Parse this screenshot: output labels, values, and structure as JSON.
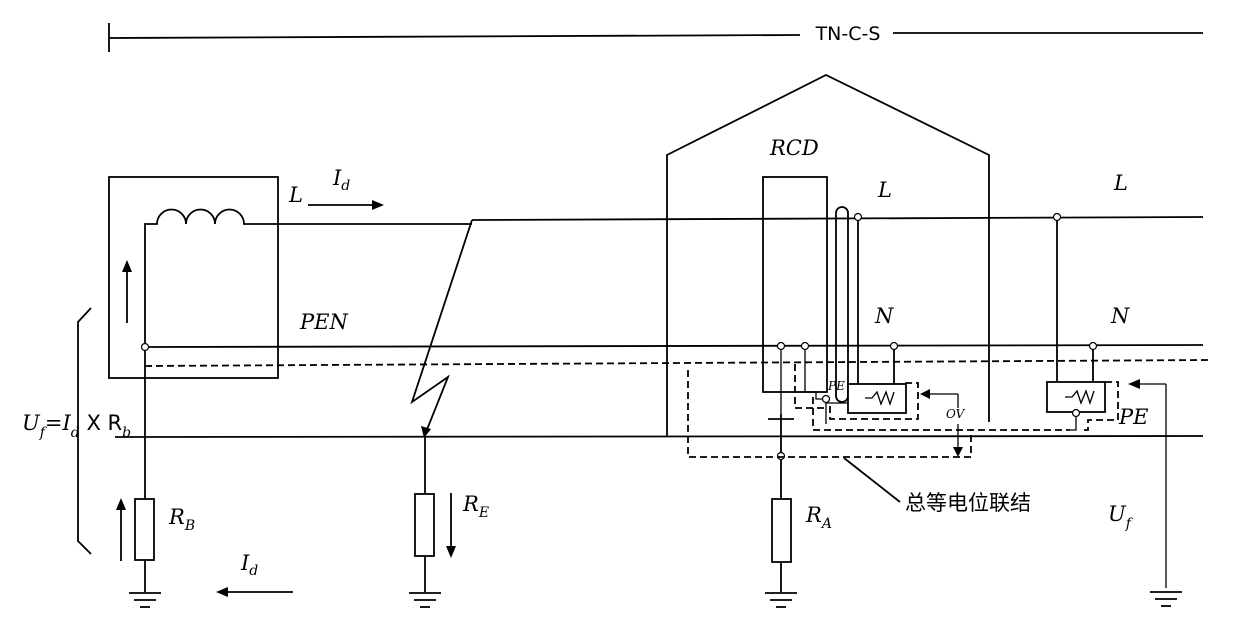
{
  "labels": {
    "system_type": "TN-C-S",
    "line_conductor": "L",
    "pen_conductor": "PEN",
    "neutral_conductor": "N",
    "protective_earth": "PE",
    "rcd": "RCD",
    "overvoltage": "OV",
    "fault_current": "I",
    "fault_current_sub": "d",
    "touch_voltage_formula": {
      "u": "U",
      "u_sub": "f",
      "eq": "=I",
      "d_sub": "d",
      "times": " X R",
      "b_sub": "b"
    },
    "touch_voltage": "U",
    "touch_voltage_sub": "f",
    "source_earth_resistor": "R",
    "source_earth_sub": "B",
    "fault_earth_resistor": "R",
    "fault_earth_sub": "E",
    "installation_earth_resistor": "R",
    "installation_earth_sub": "A",
    "equipotential_bonding": "总等电位联结"
  }
}
